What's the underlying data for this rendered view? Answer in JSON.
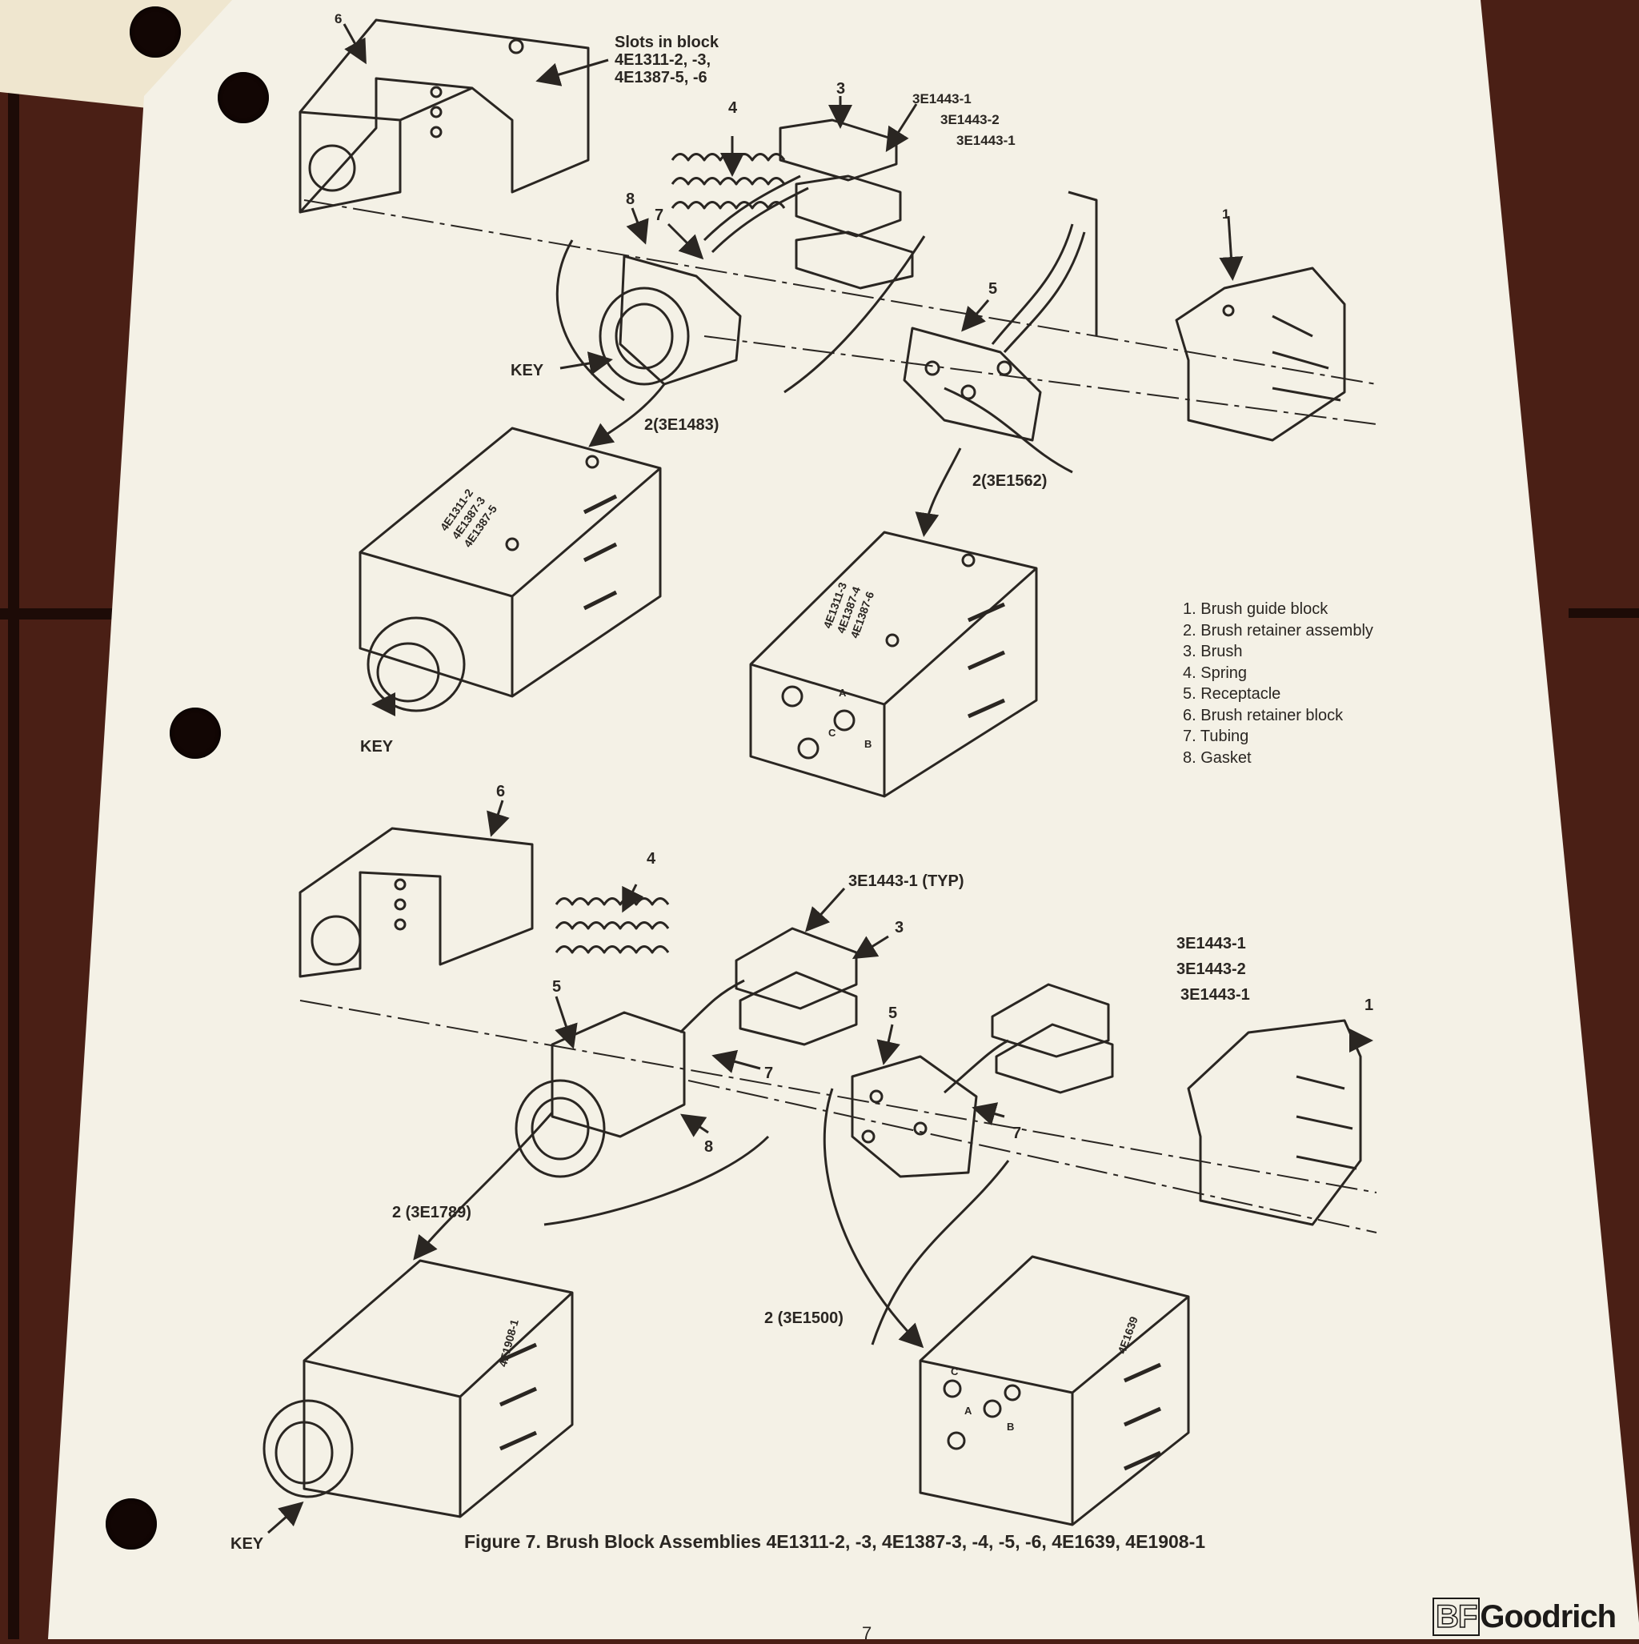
{
  "figure": {
    "caption": "Figure 7. Brush Block Assemblies 4E1311-2, -3, 4E1387-3, -4, -5, -6, 4E1639, 4E1908-1",
    "page_number": "7",
    "brand": {
      "prefix": "BF",
      "name": "Goodrich"
    }
  },
  "legend": [
    "1. Brush guide block",
    "2. Brush retainer assembly",
    "3. Brush",
    "4. Spring",
    "5. Receptacle",
    "6. Brush retainer block",
    "7. Tubing",
    "8. Gasket"
  ],
  "callouts": {
    "slots": "Slots in block",
    "slots_parts_1": "4E1311-2, -3,",
    "slots_parts_2": "4E1387-5, -6",
    "n6": "6",
    "n4": "4",
    "n3": "3",
    "n8": "8",
    "n7": "7",
    "n5": "5",
    "n1": "1",
    "p1443_1": "3E1443-1",
    "p1443_2": "3E1443-2",
    "p1443_typ": "3E1443-1 (TYP)",
    "key": "KEY",
    "asm_1483": "2(3E1483)",
    "asm_1562": "2(3E1562)",
    "asm_1789": "2 (3E1789)",
    "asm_1500": "2 (3E1500)"
  },
  "markings": {
    "block_a": [
      "4E1311-2",
      "4E1387-3",
      "4E1387-5"
    ],
    "block_b": [
      "4E1311-3",
      "4E1387-4",
      "4E1387-6"
    ],
    "block_c": "4E1908-1",
    "block_d": "4E1639",
    "terminal_a": "A",
    "terminal_b": "B",
    "terminal_c": "C"
  },
  "colors": {
    "ink": "#2a2622",
    "paper": "#f4f1e6",
    "background": "#4a1f15"
  }
}
